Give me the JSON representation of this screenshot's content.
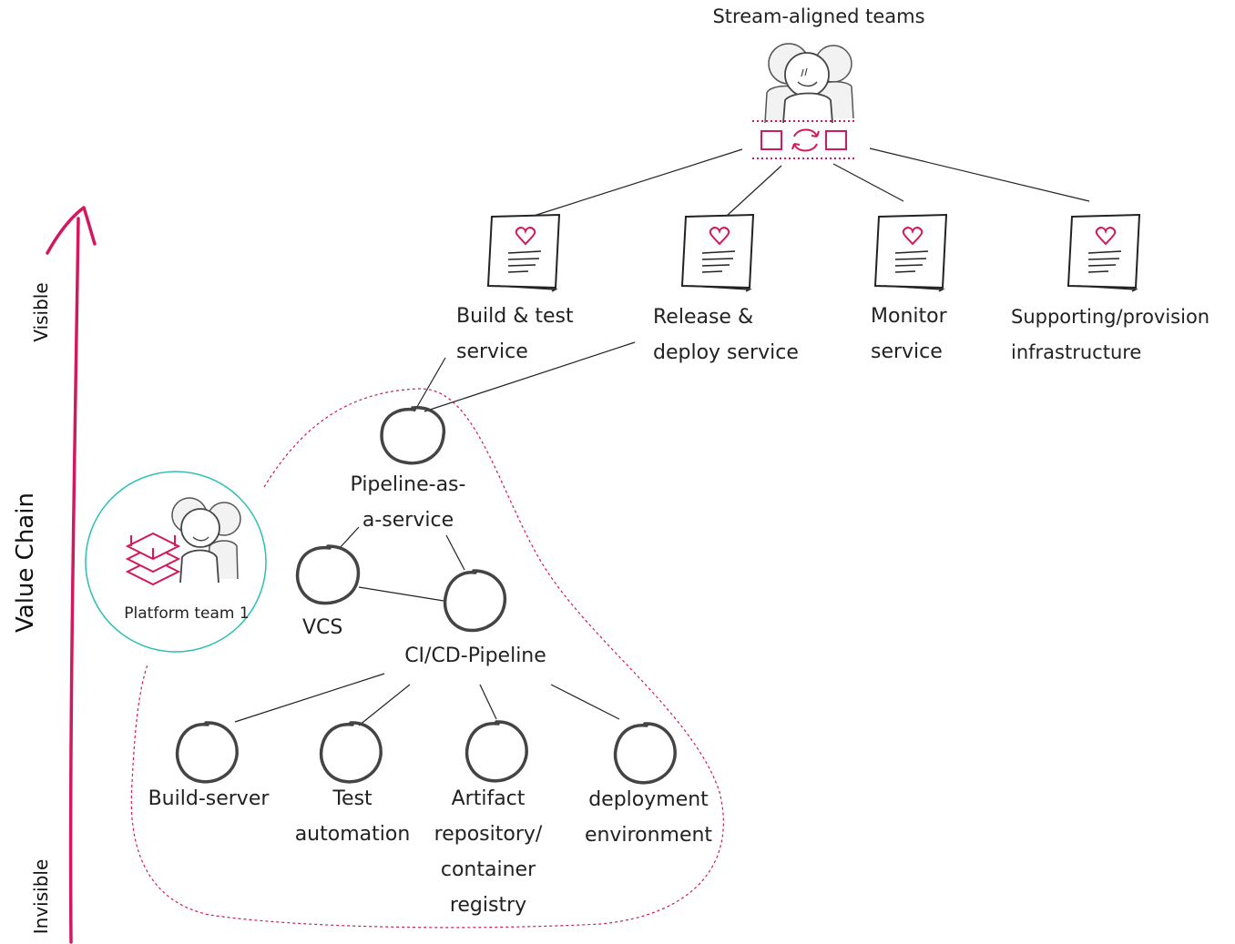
{
  "axis": {
    "title": "Value Chain",
    "top_label": "Visible",
    "bottom_label": "Invisible",
    "arrow_color": "#d2185e"
  },
  "stream_team": {
    "label": "Stream-aligned teams",
    "icon": "team-people-icon",
    "accent_color": "#d2185e"
  },
  "platform_team": {
    "label": "Platform team 1",
    "icon": "platform-stack-icon",
    "ring_color": "#2bbfb3"
  },
  "services": [
    {
      "label": "Build & test\nservice",
      "icon": "service-document-heart-icon"
    },
    {
      "label": "Release &\ndeploy service",
      "icon": "service-document-heart-icon"
    },
    {
      "label": "Monitor\nservice",
      "icon": "service-document-heart-icon"
    },
    {
      "label": "Supporting/provision\ninfrastructure",
      "icon": "service-document-heart-icon"
    }
  ],
  "components": {
    "pipeline": "Pipeline-as-\na-service",
    "vcs": "VCS",
    "cicd": "CI/CD-Pipeline",
    "build_server": "Build-server",
    "test_automation": "Test\nautomation",
    "artifact": "Artifact\nrepository/\ncontainer\nregistry",
    "deployment": "deployment\nenvironment"
  }
}
